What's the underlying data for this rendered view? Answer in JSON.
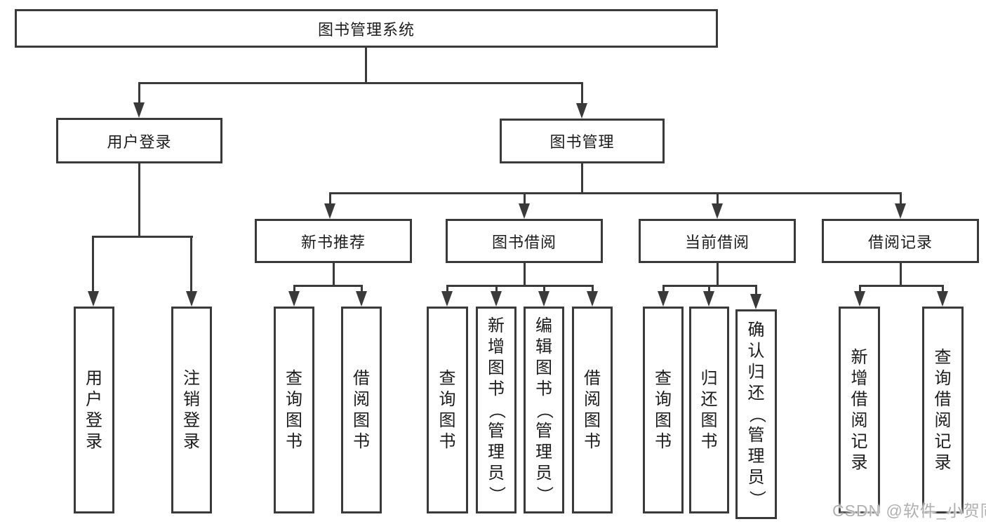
{
  "diagram": {
    "type": "hierarchy-tree",
    "title": "图书管理系统",
    "tree": {
      "root": {
        "label": "图书管理系统",
        "children": [
          {
            "label": "用户登录",
            "children": [
              {
                "label": "用户登录"
              },
              {
                "label": "注销登录"
              }
            ]
          },
          {
            "label": "图书管理",
            "children": [
              {
                "label": "新书推荐",
                "children": [
                  {
                    "label": "查询图书"
                  },
                  {
                    "label": "借阅图书"
                  }
                ]
              },
              {
                "label": "图书借阅",
                "children": [
                  {
                    "label": "查询图书"
                  },
                  {
                    "label": "新增图书（管理员）"
                  },
                  {
                    "label": "编辑图书（管理员）"
                  },
                  {
                    "label": "借阅图书"
                  }
                ]
              },
              {
                "label": "当前借阅",
                "children": [
                  {
                    "label": "查询图书"
                  },
                  {
                    "label": "归还图书"
                  },
                  {
                    "label": "确认归还（管理员）"
                  }
                ]
              },
              {
                "label": "借阅记录",
                "children": [
                  {
                    "label": "新增借阅记录"
                  },
                  {
                    "label": "查询借阅记录"
                  }
                ]
              }
            ]
          }
        ]
      }
    }
  },
  "watermark": {
    "text": "CSDN @软件_小贺同学"
  },
  "colors": {
    "box_border": "#3a3a3a",
    "connector_line": "#3a3a3a",
    "text": "#1c1c1c",
    "background": "#ffffff",
    "watermark": "#b0b0b0"
  }
}
